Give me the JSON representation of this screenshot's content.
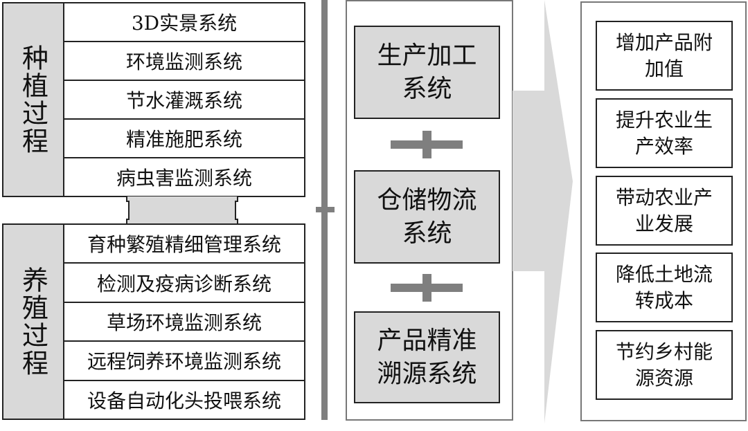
{
  "planting": {
    "label": "种植过程",
    "items": [
      "3D实景系统",
      "环境监测系统",
      "节水灌溉系统",
      "精准施肥系统",
      "病虫害监测系统"
    ]
  },
  "breeding": {
    "label": "养殖过程",
    "items": [
      "育种繁殖精细管理系统",
      "检测及疫病诊断系统",
      "草场环境监测系统",
      "远程饲养环境监测系统",
      "设备自动化头投喂系统"
    ]
  },
  "middle": [
    "生产加工系统",
    "仓储物流系统",
    "产品精准溯源系统"
  ],
  "benefits": [
    "增加产品附加值",
    "提升农业生产效率",
    "带动农业产业发展",
    "降低土地流转成本",
    "节约乡村能源资源"
  ],
  "colors": {
    "fill": "#d9d9d9",
    "connector": "#7f7f7f"
  }
}
